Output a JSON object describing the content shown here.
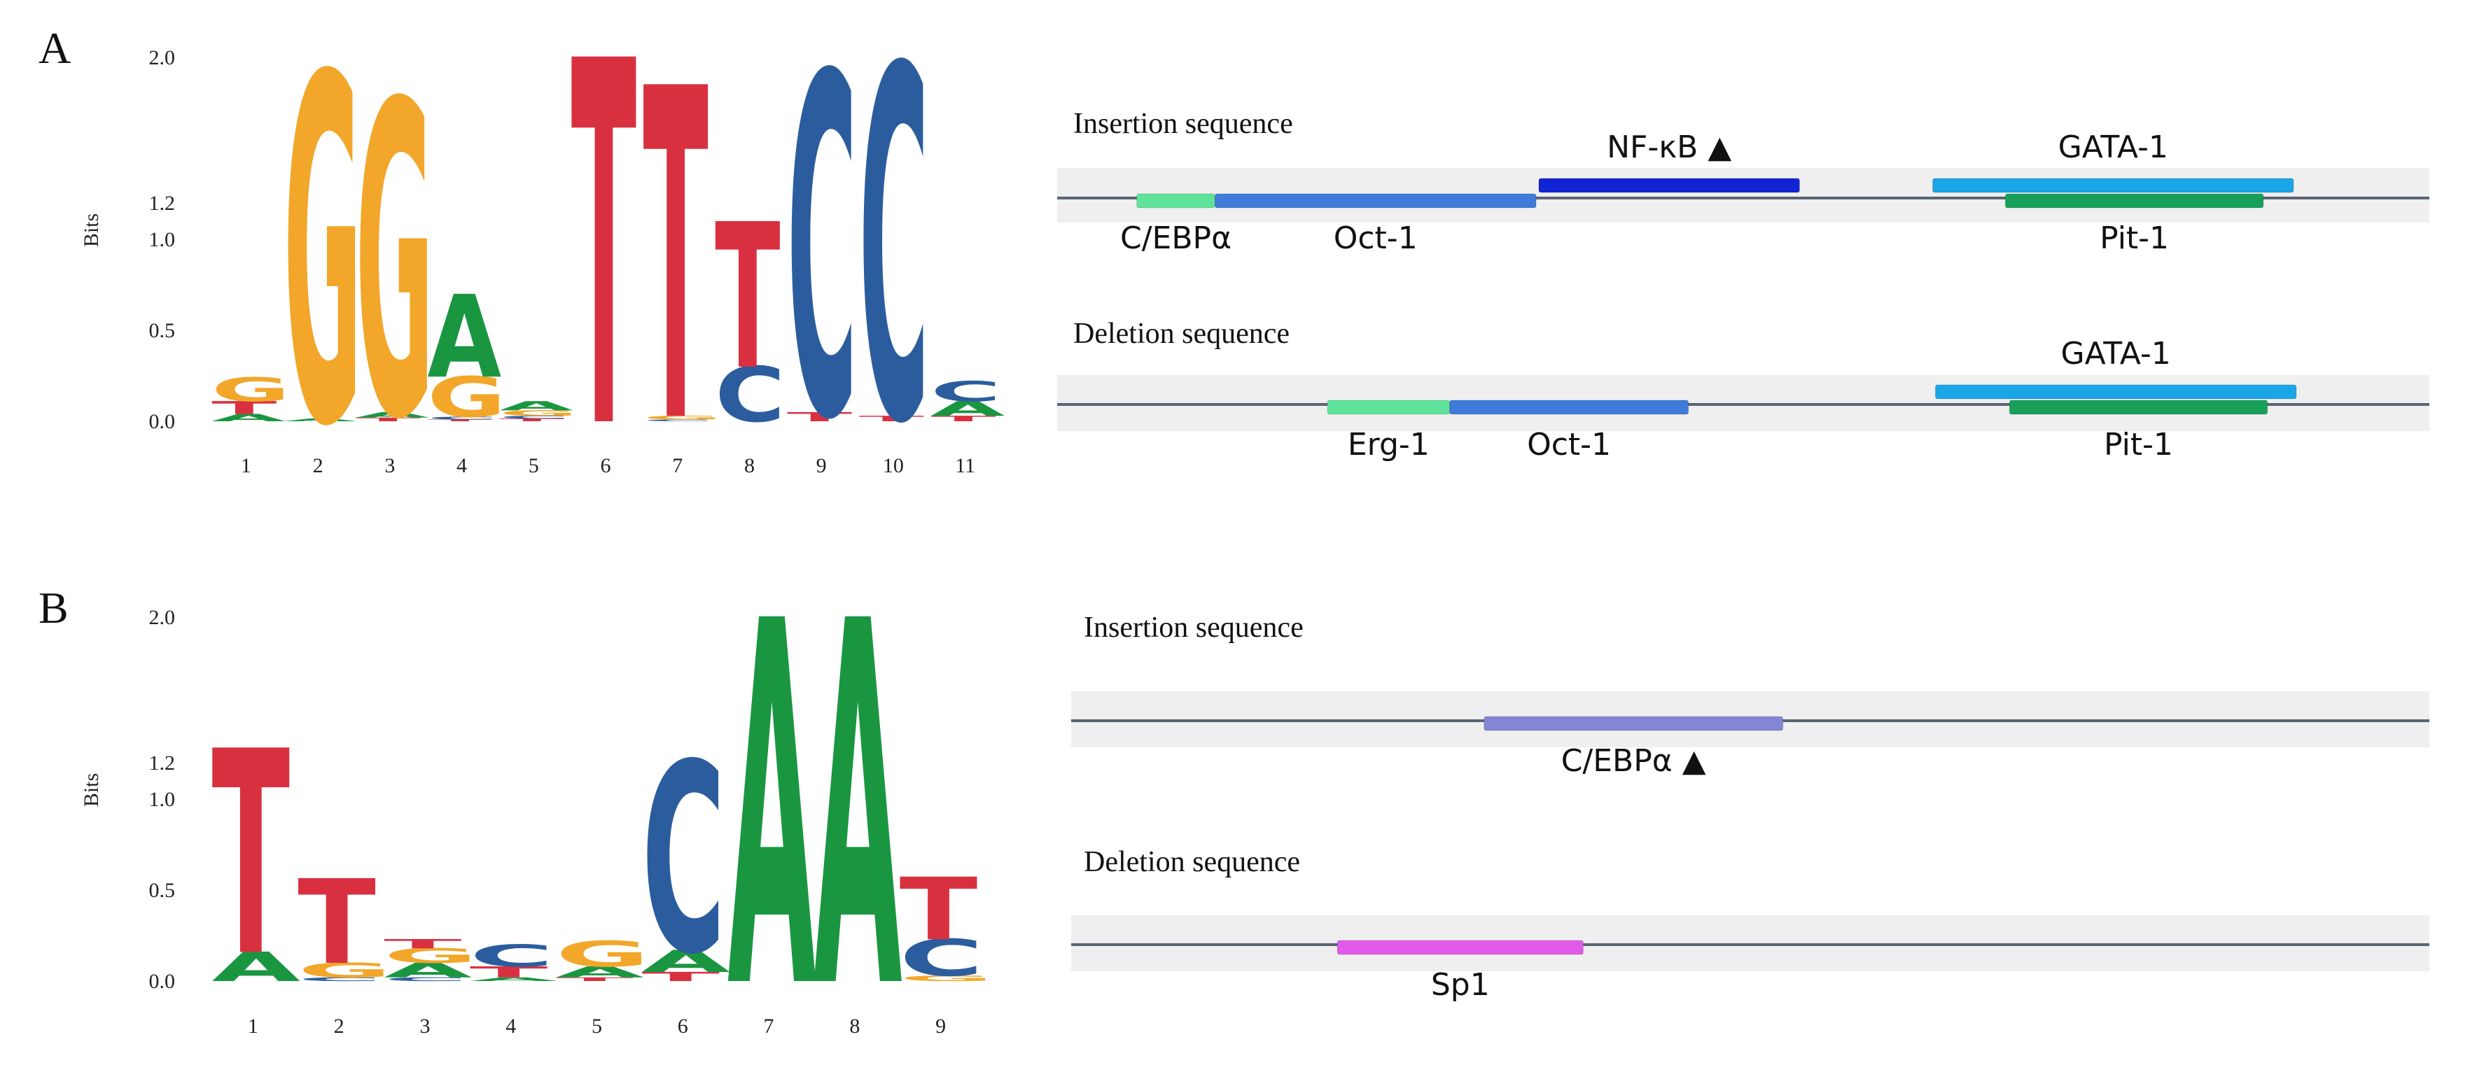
{
  "panels": [
    {
      "label": "A",
      "logo": {
        "ylabel": "Bits",
        "yticks": [
          "0.0",
          "0.5",
          "1.0",
          "1.2",
          "2.0"
        ],
        "positions": [
          "1",
          "2",
          "3",
          "4",
          "5",
          "6",
          "7",
          "8",
          "9",
          "10",
          "11"
        ],
        "columns": [
          [
            {
              "base": "A",
              "h": 0.04
            },
            {
              "base": "T",
              "h": 0.07
            },
            {
              "base": "G",
              "h": 0.13
            }
          ],
          [
            {
              "base": "A",
              "h": 0.015
            },
            {
              "base": "G",
              "h": 1.88
            }
          ],
          [
            {
              "base": "T",
              "h": 0.02
            },
            {
              "base": "A",
              "h": 0.03
            },
            {
              "base": "G",
              "h": 1.7
            }
          ],
          [
            {
              "base": "T",
              "h": 0.01
            },
            {
              "base": "C",
              "h": 0.015
            },
            {
              "base": "G",
              "h": 0.22
            },
            {
              "base": "A",
              "h": 0.45
            }
          ],
          [
            {
              "base": "T",
              "h": 0.015
            },
            {
              "base": "C",
              "h": 0.015
            },
            {
              "base": "G",
              "h": 0.03
            },
            {
              "base": "A",
              "h": 0.05
            }
          ],
          [
            {
              "base": "T",
              "h": 1.98
            }
          ],
          [
            {
              "base": "C",
              "h": 0.01
            },
            {
              "base": "G",
              "h": 0.02
            },
            {
              "base": "T",
              "h": 1.8
            }
          ],
          [
            {
              "base": "C",
              "h": 0.3
            },
            {
              "base": "T",
              "h": 0.79
            }
          ],
          [
            {
              "base": "T",
              "h": 0.05
            },
            {
              "base": "C",
              "h": 1.85
            }
          ],
          [
            {
              "base": "T",
              "h": 0.03
            },
            {
              "base": "C",
              "h": 1.91
            }
          ],
          [
            {
              "base": "T",
              "h": 0.03
            },
            {
              "base": "A",
              "h": 0.08
            },
            {
              "base": "C",
              "h": 0.11
            }
          ]
        ]
      },
      "sequences": [
        {
          "title": "Insertion sequence",
          "sites": [
            {
              "name": "C/EBPα",
              "x1": 0.058,
              "x2": 0.115,
              "color": "#5fe39a",
              "row": "line",
              "label": "below"
            },
            {
              "name": "Oct-1",
              "x1": 0.115,
              "x2": 0.349,
              "color": "#3f7bd8",
              "row": "line",
              "label": "below"
            },
            {
              "name": "NF-κB ▲",
              "x1": 0.351,
              "x2": 0.541,
              "color": "#1024d4",
              "row": "upper",
              "label": "above"
            },
            {
              "name": "GATA-1",
              "x1": 0.638,
              "x2": 0.901,
              "color": "#1aa6e6",
              "row": "upper",
              "label": "above"
            },
            {
              "name": "Pit-1",
              "x1": 0.691,
              "x2": 0.879,
              "color": "#18a05a",
              "row": "line",
              "label": "below"
            }
          ]
        },
        {
          "title": "Deletion sequence",
          "sites": [
            {
              "name": "Erg-1",
              "x1": 0.197,
              "x2": 0.286,
              "color": "#5fe39a",
              "row": "line",
              "label": "below"
            },
            {
              "name": "Oct-1",
              "x1": 0.286,
              "x2": 0.46,
              "color": "#3f7bd8",
              "row": "line",
              "label": "below"
            },
            {
              "name": "GATA-1",
              "x1": 0.64,
              "x2": 0.903,
              "color": "#1aa6e6",
              "row": "upper",
              "label": "above"
            },
            {
              "name": "Pit-1",
              "x1": 0.694,
              "x2": 0.882,
              "color": "#18a05a",
              "row": "line",
              "label": "below"
            }
          ]
        }
      ]
    },
    {
      "label": "B",
      "logo": {
        "ylabel": "Bits",
        "yticks": [
          "0.0",
          "0.5",
          "1.0",
          "1.2",
          "2.0"
        ],
        "positions": [
          "1",
          "2",
          "3",
          "4",
          "5",
          "6",
          "7",
          "8",
          "9"
        ],
        "columns": [
          [
            {
              "base": "A",
              "h": 0.16
            },
            {
              "base": "T",
              "h": 1.11
            }
          ],
          [
            {
              "base": "C",
              "h": 0.02
            },
            {
              "base": "G",
              "h": 0.08
            },
            {
              "base": "T",
              "h": 0.46
            }
          ],
          [
            {
              "base": "C",
              "h": 0.02
            },
            {
              "base": "A",
              "h": 0.08
            },
            {
              "base": "G",
              "h": 0.08
            },
            {
              "base": "T",
              "h": 0.05
            }
          ],
          [
            {
              "base": "A",
              "h": 0.02
            },
            {
              "base": "T",
              "h": 0.06
            },
            {
              "base": "C",
              "h": 0.12
            }
          ],
          [
            {
              "base": "T",
              "h": 0.02
            },
            {
              "base": "A",
              "h": 0.06
            },
            {
              "base": "G",
              "h": 0.14
            }
          ],
          [
            {
              "base": "T",
              "h": 0.05
            },
            {
              "base": "A",
              "h": 0.12
            },
            {
              "base": "C",
              "h": 1.03
            }
          ],
          [
            {
              "base": "A",
              "h": 1.98
            }
          ],
          [
            {
              "base": "A",
              "h": 1.98
            }
          ],
          [
            {
              "base": "G",
              "h": 0.03
            },
            {
              "base": "C",
              "h": 0.2
            },
            {
              "base": "T",
              "h": 0.34
            }
          ]
        ]
      },
      "sequences": [
        {
          "title": "Insertion sequence",
          "sites": [
            {
              "name": "C/EBPα ▲",
              "x1": 0.304,
              "x2": 0.524,
              "color": "#8486d4",
              "row": "line",
              "label": "below"
            }
          ]
        },
        {
          "title": "Deletion sequence",
          "sites": [
            {
              "name": "Sp1",
              "x1": 0.196,
              "x2": 0.377,
              "color": "#e25ae8",
              "row": "line",
              "label": "below"
            }
          ]
        }
      ]
    }
  ],
  "base_colors": {
    "A": "#1a9641",
    "C": "#2b5d9e",
    "G": "#f2a62a",
    "T": "#d93040"
  }
}
